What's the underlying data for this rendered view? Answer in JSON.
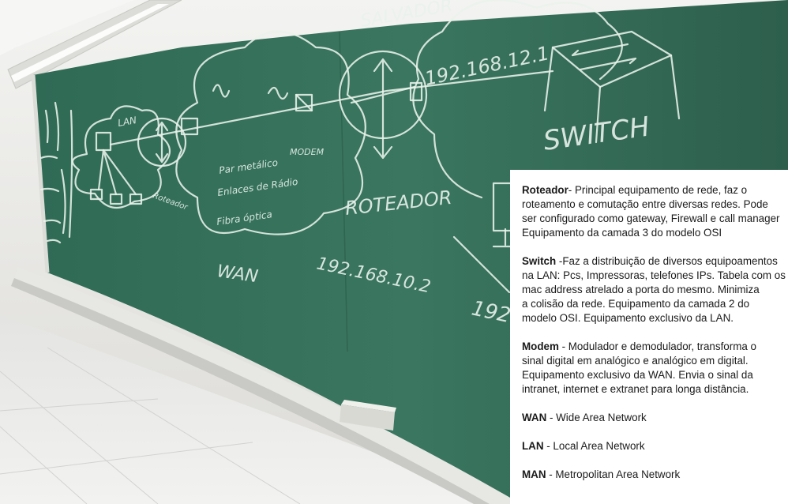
{
  "board": {
    "labels": [
      "SALVADOR",
      "192.168.12.1",
      "SWITCH",
      "ROTEADOR",
      "192.168.10.2",
      "WAN",
      "LAN",
      "MODEM",
      "Roteador",
      "Fibra óptica",
      "Par metálico",
      "Enlaces de Rádio",
      "192.1"
    ]
  },
  "panel": {
    "roteador": {
      "term": "Roteador",
      "lines": [
        "- Principal equipamento de rede, faz o",
        "roteamento e comutação entre diversas redes. Pode",
        "ser configurado como gateway, Firewall e call manager",
        "Equipamento da camada 3 do modelo OSI"
      ]
    },
    "switch": {
      "term": "Switch",
      "lines": [
        " -Faz a distribuição de diversos equipoamentos",
        "na LAN: Pcs, Impressoras, telefones IPs. Tabela com os",
        "mac address atrelado a porta do mesmo. Minimiza",
        "a colisão da rede. Equipamento da camada 2 do",
        "modelo OSI. Equipamento exclusivo da LAN."
      ]
    },
    "modem": {
      "term": "Modem",
      "lines": [
        " - Modulador e demodulador, transforma o",
        "sinal digital em analógico e analógico em digital.",
        "Equipamento exclusivo da WAN. Envia o sinal da",
        "intranet, internet e extranet para longa distância."
      ]
    },
    "wan": {
      "term": "WAN",
      "text": " - Wide Area Network"
    },
    "lan": {
      "term": "LAN",
      "text": " - Local Area Network"
    },
    "man": {
      "term": "MAN",
      "text": " - Metropolitan Area Network"
    }
  }
}
